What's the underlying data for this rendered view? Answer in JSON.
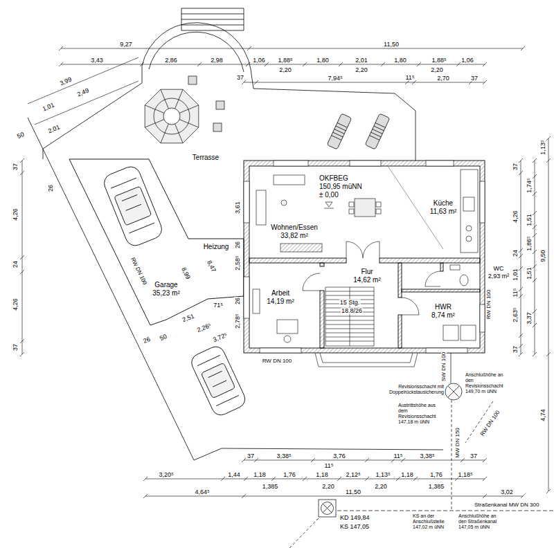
{
  "diagram": {
    "nodes": [
      {
        "text": [
          "Wohnen/Essen",
          "33,82 m²"
        ]
      },
      {
        "text": [
          "Küche",
          "11,63 m²"
        ]
      },
      {
        "text": [
          "Garage",
          "35,23 m²"
        ]
      },
      {
        "text": [
          "Flur",
          "14,62 m²"
        ]
      },
      {
        "text": [
          "WC",
          "2,93 m²"
        ]
      },
      {
        "text": [
          "Arbeit",
          "14,19 m²"
        ]
      },
      {
        "text": [
          "HWR",
          "8,74 m²"
        ]
      }
    ],
    "labels": [
      "9,27",
      "11,50",
      "3,43",
      "2,86",
      "2,98",
      "1,06",
      "1,88⁵",
      "1,80",
      "2,01",
      "1,80",
      "1,88⁵",
      "1,06",
      "2,20",
      "2,20",
      "2,20",
      "37",
      "7,94⁵",
      "11⁵",
      "2,70",
      "37",
      "3,99",
      "1,01",
      "2,49",
      "50",
      "2,01",
      "Terrasse",
      "37",
      "4,26",
      "24",
      "4,26",
      "37",
      "26",
      "RW DN 100",
      "8,47",
      "8,99",
      "Heizung",
      "OKFBEG",
      "150,95 müNN",
      "± 0,00",
      "3,61",
      "26",
      "2,58⁵",
      "26",
      "2,78⁵",
      "2,51",
      "71⁵",
      "2,26⁵",
      "3,72⁵",
      "50",
      "26",
      "15 Stg.",
      "18.8/26",
      "RW DN 100",
      "RW DN 100",
      "SW DN 100",
      "Revisionsschacht mit Doppelrückstausicherung",
      "Anschlußhöhe an den Revisionsschacht 149,70 m üNN",
      "Austrittshöhe aus dem Revisionsschacht 147,18 m üNN",
      "1,13⁵",
      "37",
      "4,26",
      "1,74⁵",
      "1,51",
      "24",
      "1,86⁵",
      "9,50",
      "1,01",
      "1,51",
      "11⁵",
      "2,63⁵",
      "3,37",
      "37",
      "4,74",
      "MW DN 150",
      "RW DN 100",
      "37",
      "3,38⁵",
      "3,76",
      "11⁵",
      "3,38⁵",
      "37",
      "11⁵",
      "3,20⁵",
      "1,44",
      "1,18",
      "1,76",
      "1,18",
      "2,12⁵",
      "1,13⁵",
      "1,18",
      "1,76",
      "1,18⁵",
      "1,385",
      "2,20",
      "2,20",
      "1,385",
      "4,64⁵",
      "11,50",
      "3,02",
      "Straßenkanal MW DN 300",
      "KD 149,84",
      "KS 147,05",
      "KS an der Anschlußstelle 147,02 m üNN",
      "Anschlußhöhe an den Straßenkanal 147,05 m üNN"
    ]
  }
}
